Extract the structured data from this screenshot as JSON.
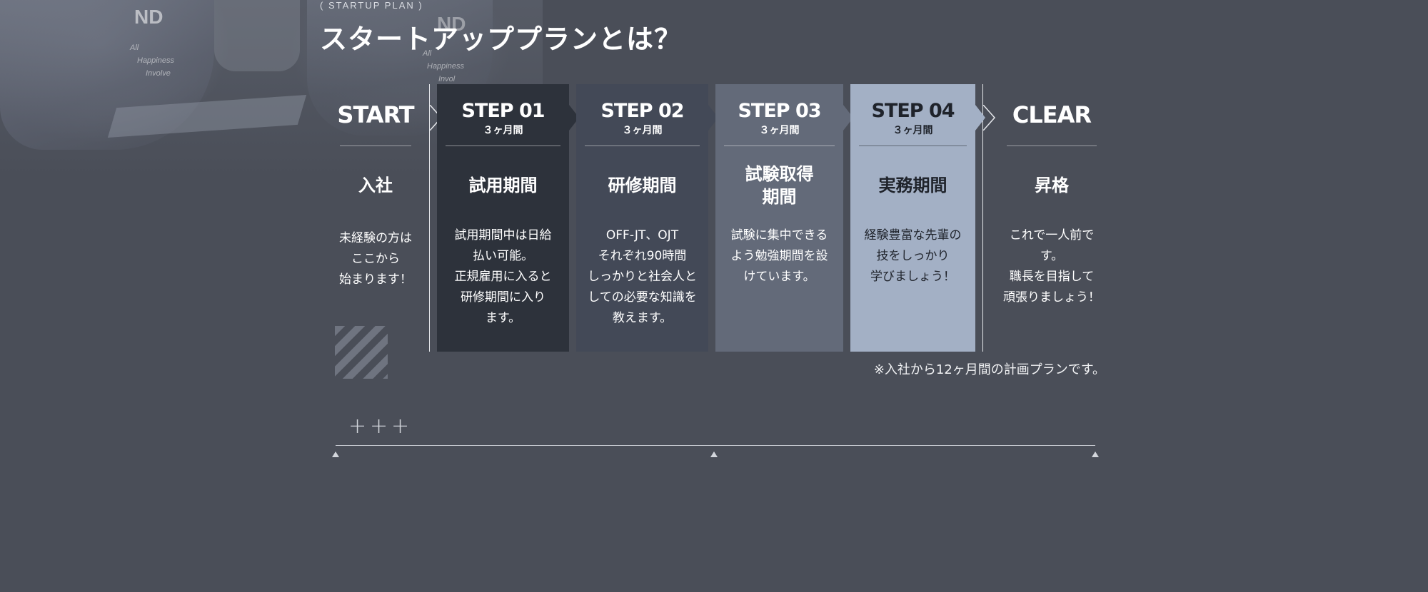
{
  "header": {
    "eyebrow": "( STARTUP PLAN )",
    "title": "スタートアッププランとは？"
  },
  "photo": {
    "logo_left": "ND",
    "logo_right": "ND",
    "slogan_left": [
      "All",
      "Happiness",
      "Involve"
    ],
    "slogan_right": [
      "All",
      "Happiness",
      "Invol"
    ]
  },
  "columns": [
    {
      "head": "START",
      "sub": "",
      "name": "入社",
      "desc": [
        "未経験の方は",
        "ここから",
        "始まります！"
      ],
      "bg": "transparent"
    },
    {
      "head": "STEP 01",
      "sub": "３ヶ月間",
      "name": "試用期間",
      "desc": [
        "試用期間中は日給",
        "払い可能。",
        "正規雇用に入ると",
        "研修期間に入り",
        "ます。"
      ],
      "bg": "#2d323b"
    },
    {
      "head": "STEP 02",
      "sub": "３ヶ月間",
      "name": "研修期間",
      "desc": [
        "OFF‐JT、OJT",
        "それぞれ90時間",
        "しっかりと社会人と",
        "しての必要な知識を",
        "教えます。"
      ],
      "bg": "#434957"
    },
    {
      "head": "STEP 03",
      "sub": "３ヶ月間",
      "name": "試験取得\n期間",
      "desc": [
        "試験に集中できる",
        "よう勉強期間を設",
        "けています。"
      ],
      "bg": "#636a79"
    },
    {
      "head": "STEP 04",
      "sub": "３ヶ月間",
      "name": "実務期間",
      "desc": [
        "経験豊富な先輩の",
        "技をしっかり",
        "学びましょう！"
      ],
      "bg": "#a3b0c5"
    },
    {
      "head": "CLEAR",
      "sub": "",
      "name": "昇格",
      "desc": [
        "これで一人前です。",
        "職長を目指して",
        "頑張りましょう！"
      ],
      "bg": "transparent"
    }
  ],
  "note": "※入社から12ヶ月間の計画プランです。",
  "decor": {
    "plus_marks": [
      "+",
      "+",
      "+"
    ]
  }
}
